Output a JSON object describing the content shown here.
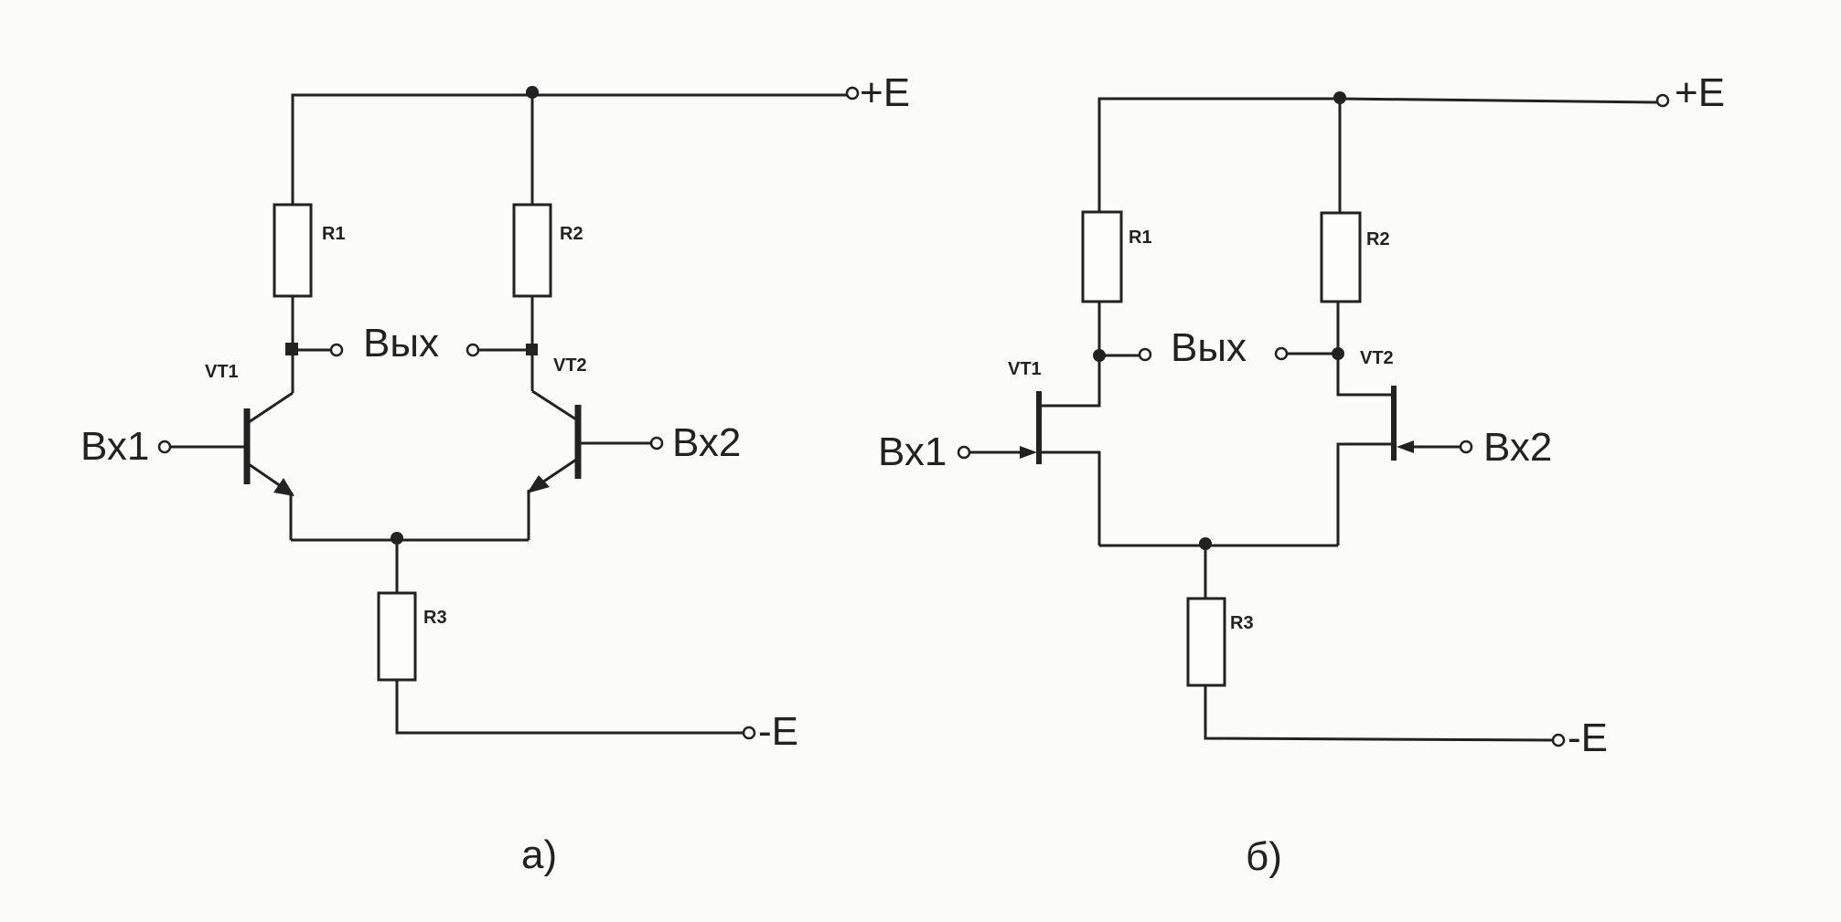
{
  "diagrams": [
    {
      "caption": "а)",
      "supply_pos": "+E",
      "supply_neg": "-E",
      "output": "Вых",
      "input1": "Вх1",
      "input2": "Вх2",
      "resistors": [
        "R1",
        "R2",
        "R3"
      ],
      "transistors": [
        "VT1",
        "VT2"
      ]
    },
    {
      "caption": "б)",
      "supply_pos": "+E",
      "supply_neg": "-E",
      "output": "Вых",
      "input1": "Вх1",
      "input2": "Вх2",
      "resistors": [
        "R1",
        "R2",
        "R3"
      ],
      "transistors": [
        "VT1",
        "VT2"
      ]
    }
  ]
}
